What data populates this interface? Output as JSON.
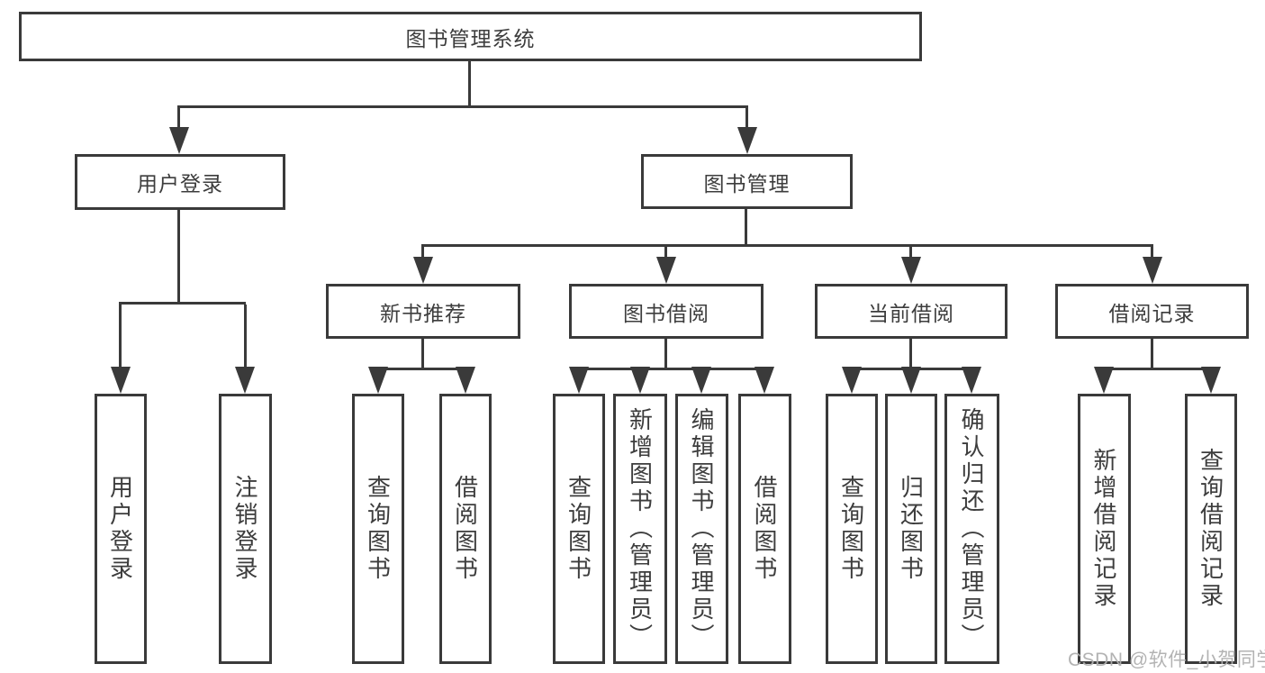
{
  "diagram_type": "hierarchy",
  "colors": {
    "background": "#ffffff",
    "line": "#3a3a3a",
    "box_border": "#3a3a3a",
    "text": "#3d3d3d",
    "watermark": "#afafaf"
  },
  "nodes": {
    "root": {
      "label": "图书管理系统"
    },
    "branches": [
      {
        "label": "用户登录",
        "children": [
          {
            "label": "用户登录"
          },
          {
            "label": "注销登录"
          }
        ]
      },
      {
        "label": "图书管理",
        "children": [
          {
            "label": "新书推荐",
            "children": [
              {
                "label": "查询图书"
              },
              {
                "label": "借阅图书"
              }
            ]
          },
          {
            "label": "图书借阅",
            "children": [
              {
                "label": "查询图书"
              },
              {
                "label": "新增图书（管理员）"
              },
              {
                "label": "编辑图书（管理员）"
              },
              {
                "label": "借阅图书"
              }
            ]
          },
          {
            "label": "当前借阅",
            "children": [
              {
                "label": "查询图书"
              },
              {
                "label": "归还图书"
              },
              {
                "label": "确认归还（管理员）"
              }
            ]
          },
          {
            "label": "借阅记录",
            "children": [
              {
                "label": "新增借阅记录"
              },
              {
                "label": "查询借阅记录"
              }
            ]
          }
        ]
      }
    ]
  },
  "watermark": "CSDN @软件_小贺同学"
}
